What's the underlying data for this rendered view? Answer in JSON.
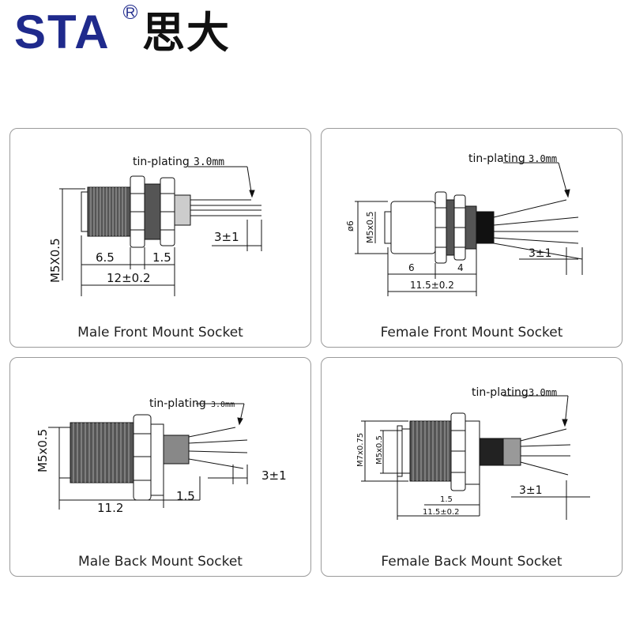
{
  "brand": {
    "sta": "STA",
    "registered": "R",
    "chinese": "思大",
    "color": "#1f2a8c",
    "chinese_color": "#111111"
  },
  "panels": [
    {
      "caption": "Male Front Mount Socket",
      "tin_label": "tin-plating",
      "tin_value": "3.0mm",
      "dims": {
        "thread": "M5X0.5",
        "a": "6.5",
        "b": "1.5",
        "total": "12±0.2",
        "wire": "3±1"
      }
    },
    {
      "caption": "Female Front Mount Socket",
      "tin_label": "tin-plating",
      "tin_value": "3.0mm",
      "dims": {
        "dia": "ø6",
        "thread": "M5x0.5",
        "a": "6",
        "b": "4",
        "total": "11.5±0.2",
        "wire": "3±1"
      }
    },
    {
      "caption": "Male Back Mount Socket",
      "tin_label": "tin-plating",
      "tin_value": "3.0mm",
      "dims": {
        "thread": "M5x0.5",
        "a": "11.2",
        "b": "1.5",
        "wire": "3±1"
      }
    },
    {
      "caption": "Female Back Mount Socket",
      "tin_label": "tin-plating",
      "tin_value": "3.0mm",
      "dims": {
        "thread_outer": "M7x0.75",
        "thread": "M5x0.5",
        "b": "1.5",
        "total": "11.5±0.2",
        "wire": "3±1"
      }
    }
  ]
}
